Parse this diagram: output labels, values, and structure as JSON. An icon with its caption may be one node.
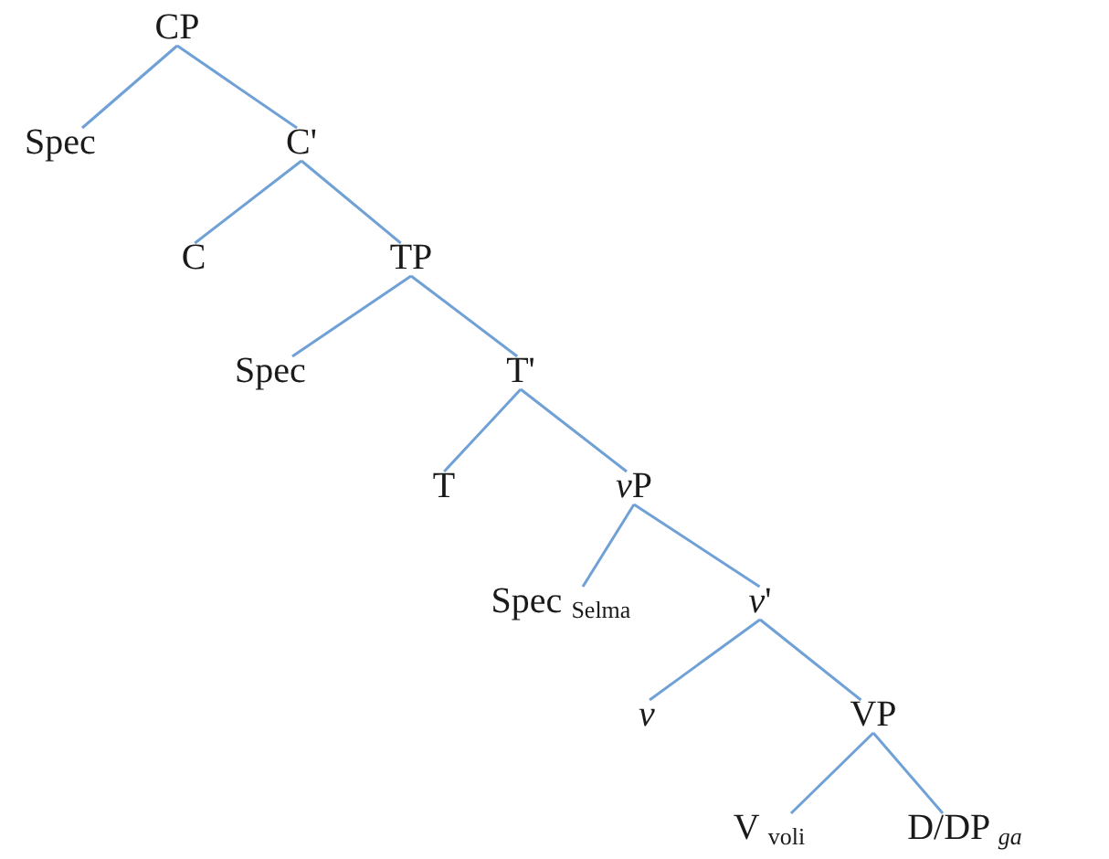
{
  "diagram": {
    "nodes": [
      {
        "text": [
          "CP"
        ]
      },
      {
        "text": [
          "Spec"
        ]
      },
      {
        "text": [
          "C'"
        ]
      },
      {
        "text": [
          "C"
        ]
      },
      {
        "text": [
          "TP"
        ]
      },
      {
        "text": [
          "Spec"
        ]
      },
      {
        "text": [
          "T'"
        ]
      },
      {
        "text": [
          "T"
        ]
      },
      {
        "text": [
          "vP"
        ]
      },
      {
        "text": [
          "Spec $_{Selma}$"
        ]
      },
      {
        "text": [
          "v'"
        ]
      },
      {
        "text": [
          "v"
        ]
      },
      {
        "text": [
          "VP"
        ]
      },
      {
        "text": [
          "V $_{voli}$"
        ]
      },
      {
        "text": [
          "D/DP $_{ga}$"
        ]
      }
    ],
    "edges": [
      {
        "from": 0,
        "to": 1,
        "arrow": "none"
      },
      {
        "from": 0,
        "to": 2,
        "arrow": "none"
      },
      {
        "from": 2,
        "to": 3,
        "arrow": "none"
      },
      {
        "from": 2,
        "to": 4,
        "arrow": "none"
      },
      {
        "from": 4,
        "to": 5,
        "arrow": "none"
      },
      {
        "from": 4,
        "to": 6,
        "arrow": "none"
      },
      {
        "from": 6,
        "to": 7,
        "arrow": "none"
      },
      {
        "from": 6,
        "to": 8,
        "arrow": "none"
      },
      {
        "from": 8,
        "to": 9,
        "arrow": "none"
      },
      {
        "from": 8,
        "to": 10,
        "arrow": "none"
      },
      {
        "from": 10,
        "to": 11,
        "arrow": "none"
      },
      {
        "from": 10,
        "to": 12,
        "arrow": "none"
      },
      {
        "from": 12,
        "to": 13,
        "arrow": "none"
      },
      {
        "from": 12,
        "to": 14,
        "arrow": "none"
      }
    ]
  }
}
